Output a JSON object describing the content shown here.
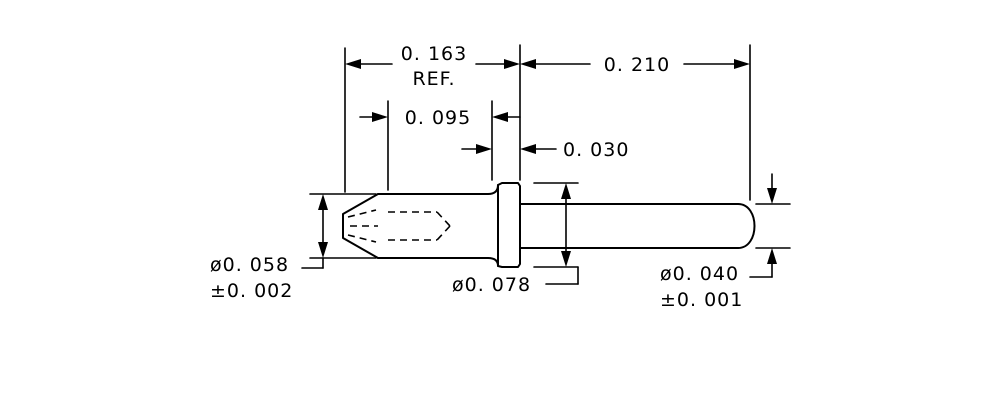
{
  "dimensions": {
    "overall_ref_value": "0. 163",
    "overall_ref_note": "REF.",
    "pin_length": "0. 210",
    "socket_depth": "0. 095",
    "collar_width": "0. 030",
    "body_diameter": "ø0. 058",
    "body_diameter_tol": "±0. 002",
    "collar_diameter": "ø0. 078",
    "pin_diameter": "ø0. 040",
    "pin_diameter_tol": "±0. 001"
  }
}
